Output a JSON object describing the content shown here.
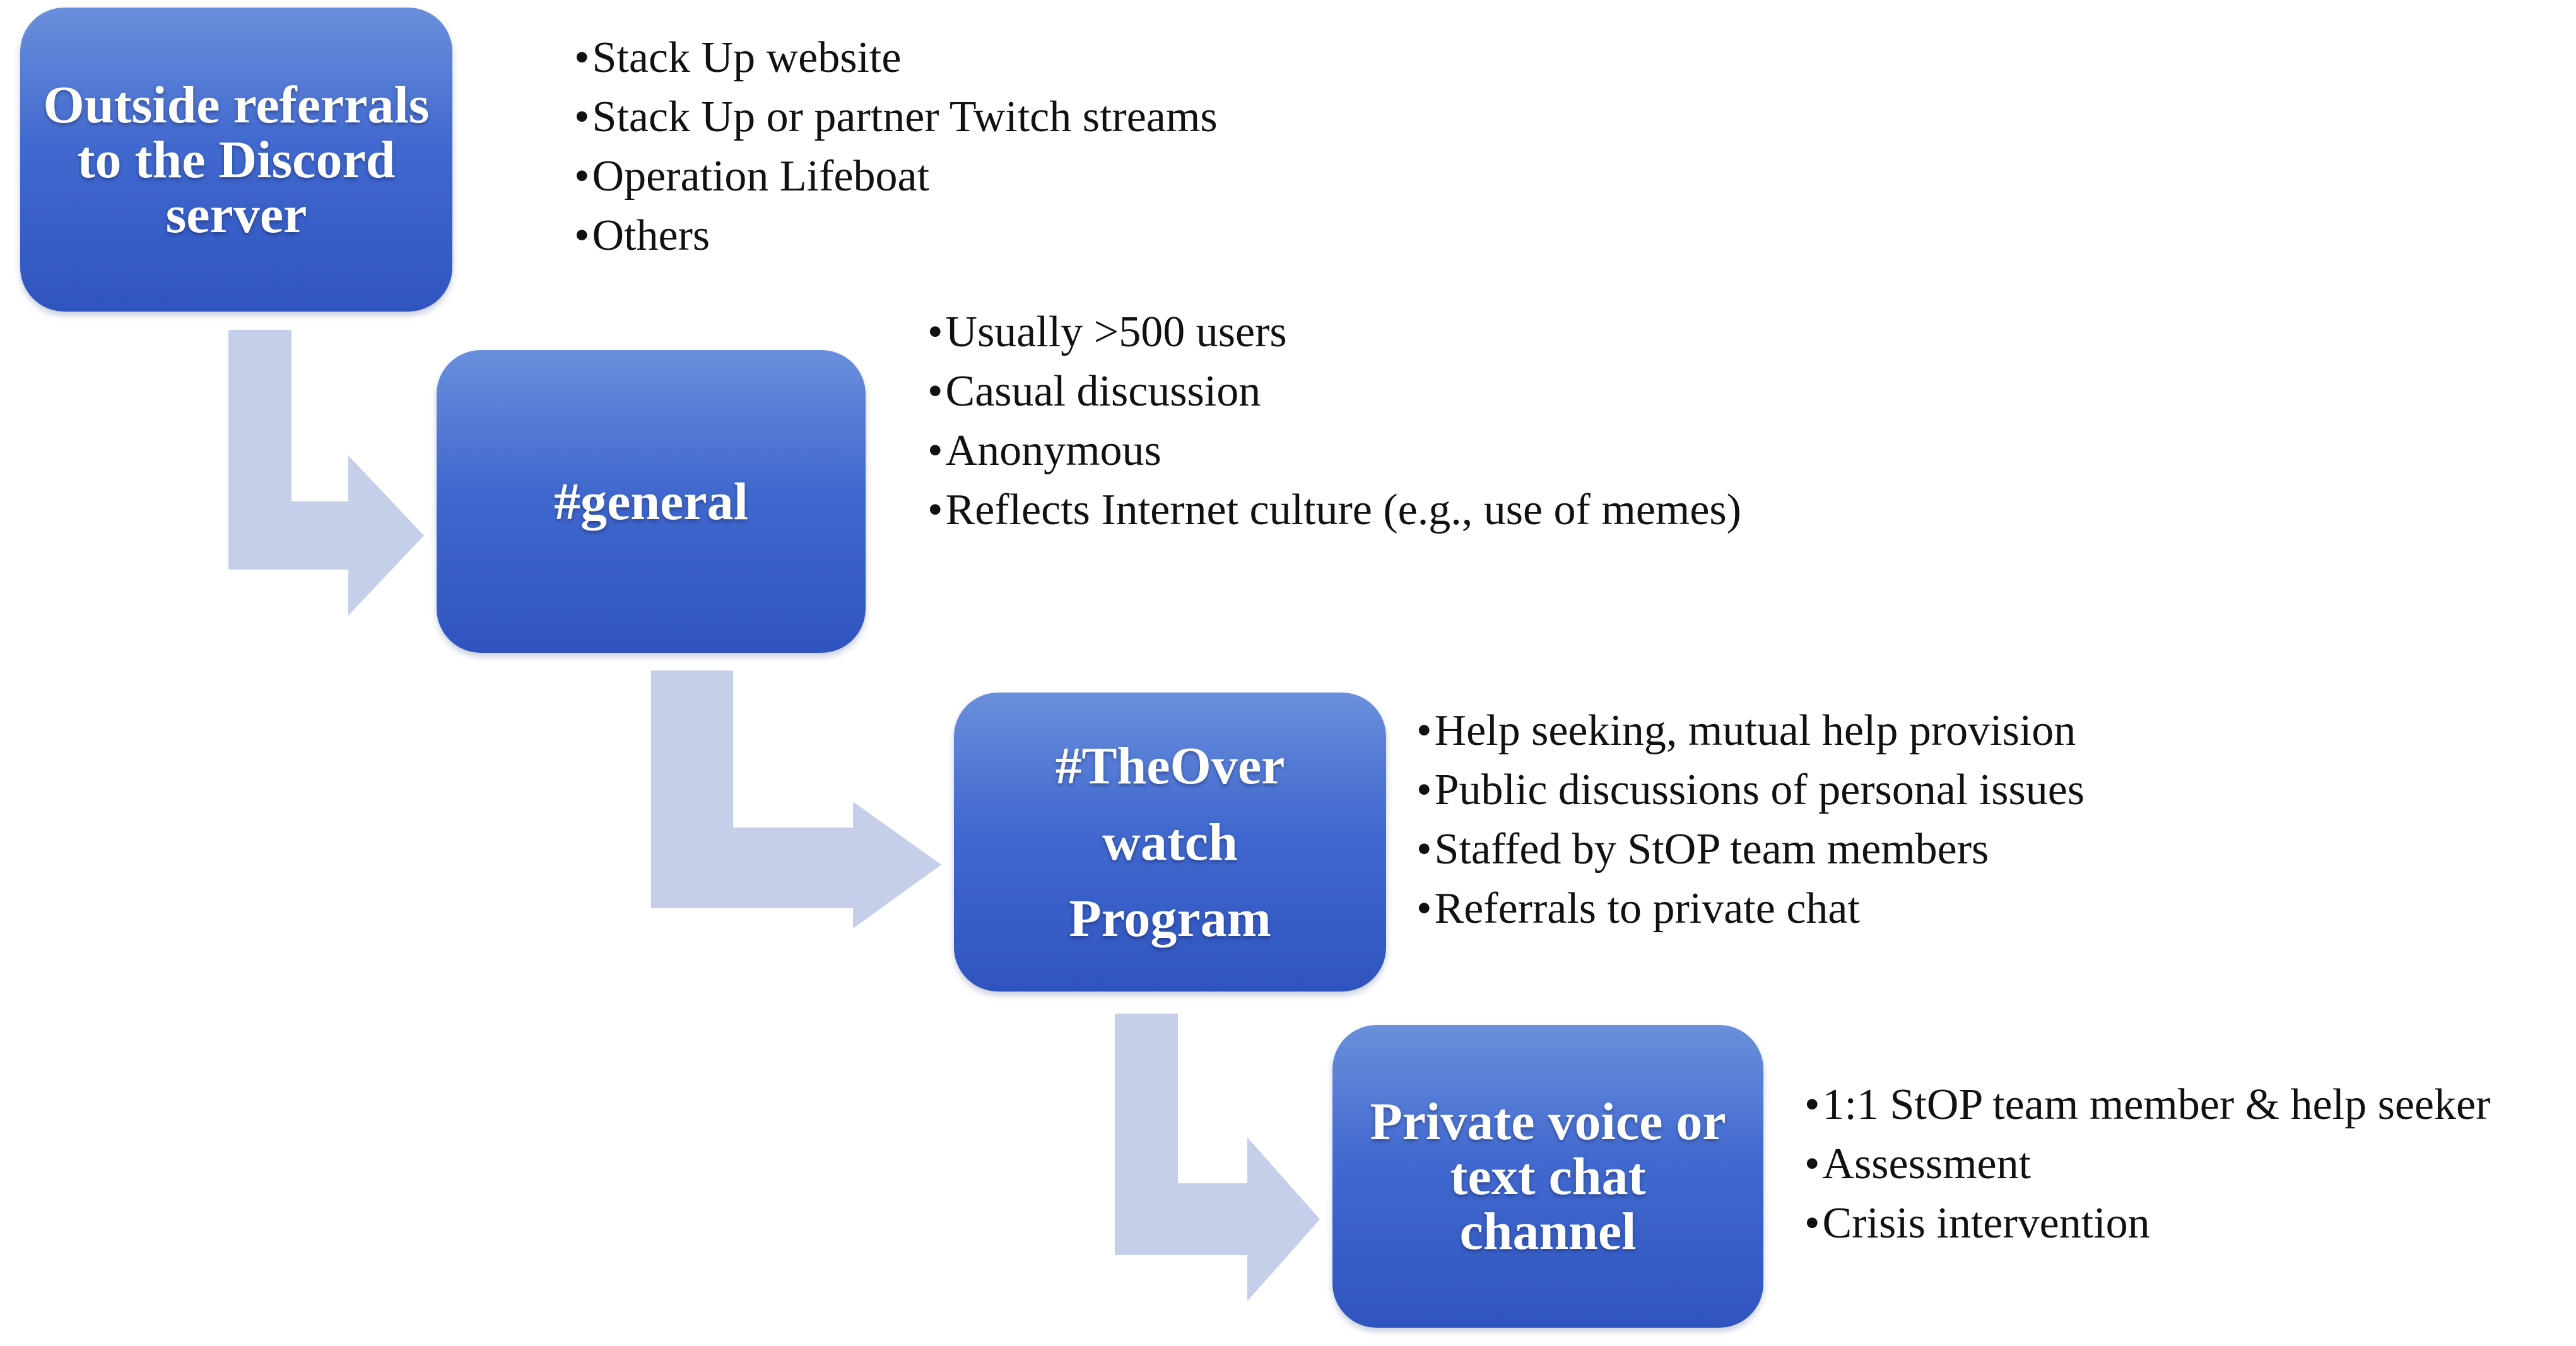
{
  "colors": {
    "box_top": "#6a8fdc",
    "box_bottom": "#2f54bf",
    "arrow": "#c5cfea",
    "box_text": "#ffffff",
    "bullet_text": "#111111"
  },
  "stages": [
    {
      "title_lines": [
        "Outside referrals",
        "to the Discord",
        "server"
      ],
      "bullets": [
        "Stack Up website",
        "Stack Up or partner Twitch streams",
        "Operation Lifeboat",
        "Others"
      ]
    },
    {
      "title_lines": [
        "#general"
      ],
      "bullets": [
        "Usually >500 users",
        "Casual discussion",
        "Anonymous",
        "Reflects Internet culture (e.g., use of memes)"
      ]
    },
    {
      "title_lines": [
        "#TheOver",
        "watch",
        "Program"
      ],
      "bullets": [
        "Help seeking, mutual help provision",
        "Public discussions of personal issues",
        "Staffed by StOP team members",
        "Referrals to private chat"
      ]
    },
    {
      "title_lines": [
        "Private voice or",
        "text chat",
        "channel"
      ],
      "bullets": [
        "1:1 StOP team member & help seeker",
        "Assessment",
        "Crisis intervention"
      ]
    }
  ]
}
